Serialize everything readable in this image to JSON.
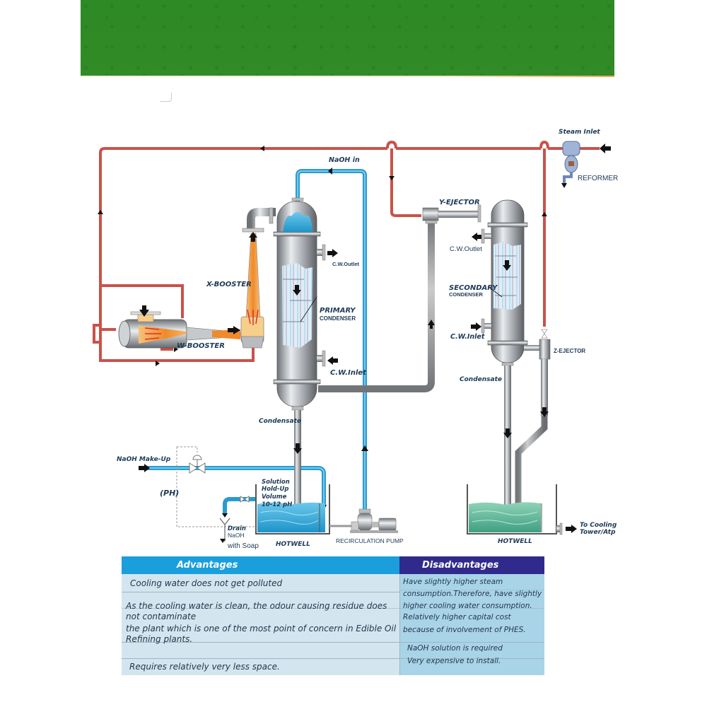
{
  "colors": {
    "banner_green": "#2f8a26",
    "steam_pipe": "#c9524a",
    "naoh_pipe": "#2a9bd0",
    "adv_header": "#1a9fdc",
    "dis_header": "#2f2a8c",
    "hotwell_water_primary": "#3ab0dc",
    "hotwell_water_secondary": "#5fb99a"
  },
  "diagram": {
    "labels": {
      "steam_inlet": "Steam Inlet",
      "reformer": "REFORMER",
      "naoh_in": "NaOH in",
      "y_ejector": "Y-EJECTOR",
      "x_booster": "X-BOOSTER",
      "w_booster": "W-BOOSTER",
      "primary": "PRIMARY",
      "primary_condenser": "CONDENSER",
      "cw_outlet_primary": "C.W.Outlet",
      "cw_inlet_primary": "C.W.Inlet",
      "cw_outlet_secondary": "C.W.Outlet",
      "cw_inlet_secondary": "C.W.Inlet",
      "secondary": "SECONDARY",
      "secondary_condenser": "CONDENSER",
      "z_ejector": "Z-EJECTOR",
      "condensate_primary": "Condensate",
      "condensate_secondary": "Condensate",
      "naoh_makeup": "NaOH Make-Up",
      "ph": "(PH)",
      "solution_holdup": [
        "Solution",
        "Hold-Up",
        "Volume",
        "10-12 pH"
      ],
      "drain": "Drain",
      "drain_naoh": "NaOH",
      "drain_soap": "with Soap",
      "hotwell_primary": "HOTWELL",
      "hotwell_secondary": "HOTWELL",
      "recirculation_pump": "RECIRCULATION PUMP",
      "to_cooling": [
        "To Cooling",
        "Tower/Atp"
      ]
    }
  },
  "table": {
    "headers": {
      "advantages": "Advantages",
      "disadvantages": "Disadvantages"
    },
    "advantages": [
      "Cooling water does not get polluted",
      "As the cooling water is clean, the odour causing residue does",
      "not contaminate",
      "the plant which is one of the most point of concern in Edible Oil",
      "Refining plants.",
      "Requires relatively very less space."
    ],
    "disadvantages": [
      "Have slightly higher steam",
      "consumption.Therefore, have slightly",
      "higher cooling water consumption.",
      "Relatively higher capital cost",
      "because of involvement of PHES.",
      "NaOH solution is required",
      "Very expensive to install."
    ]
  }
}
